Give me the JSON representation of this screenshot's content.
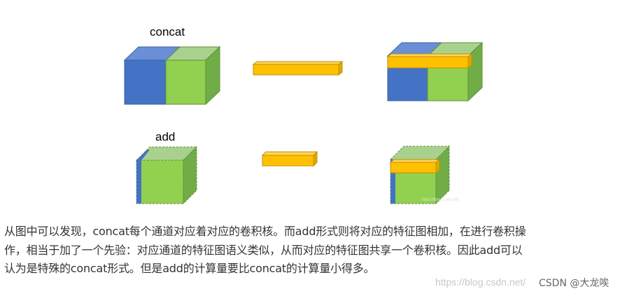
{
  "diagram": {
    "concat_label": "concat",
    "add_label": "add",
    "inner_watermark": "https://blog.csdn.net"
  },
  "colors": {
    "blue": "#4472C4",
    "green": "#92D050",
    "green_side": "#70AD47",
    "green_top": "#A9D18E",
    "yellow": "#FFC000",
    "yellow_side": "#E2A800"
  },
  "paragraph": {
    "line1": "从图中可以发现，concat每个通道对应着对应的卷积核。而add形式则将对应的特征图相加，在进行卷积操",
    "line2": "作，相当于加了一个先验：对应通道的特征图语义类似，从而对应的特征图共享一个卷积核。因此add可以",
    "line3": "认为是特殊的concat形式。但是add的计算量要比concat的计算量小得多。"
  },
  "watermark": "https://blog.csdn.net/",
  "credit": "CSDN @大龙唉"
}
